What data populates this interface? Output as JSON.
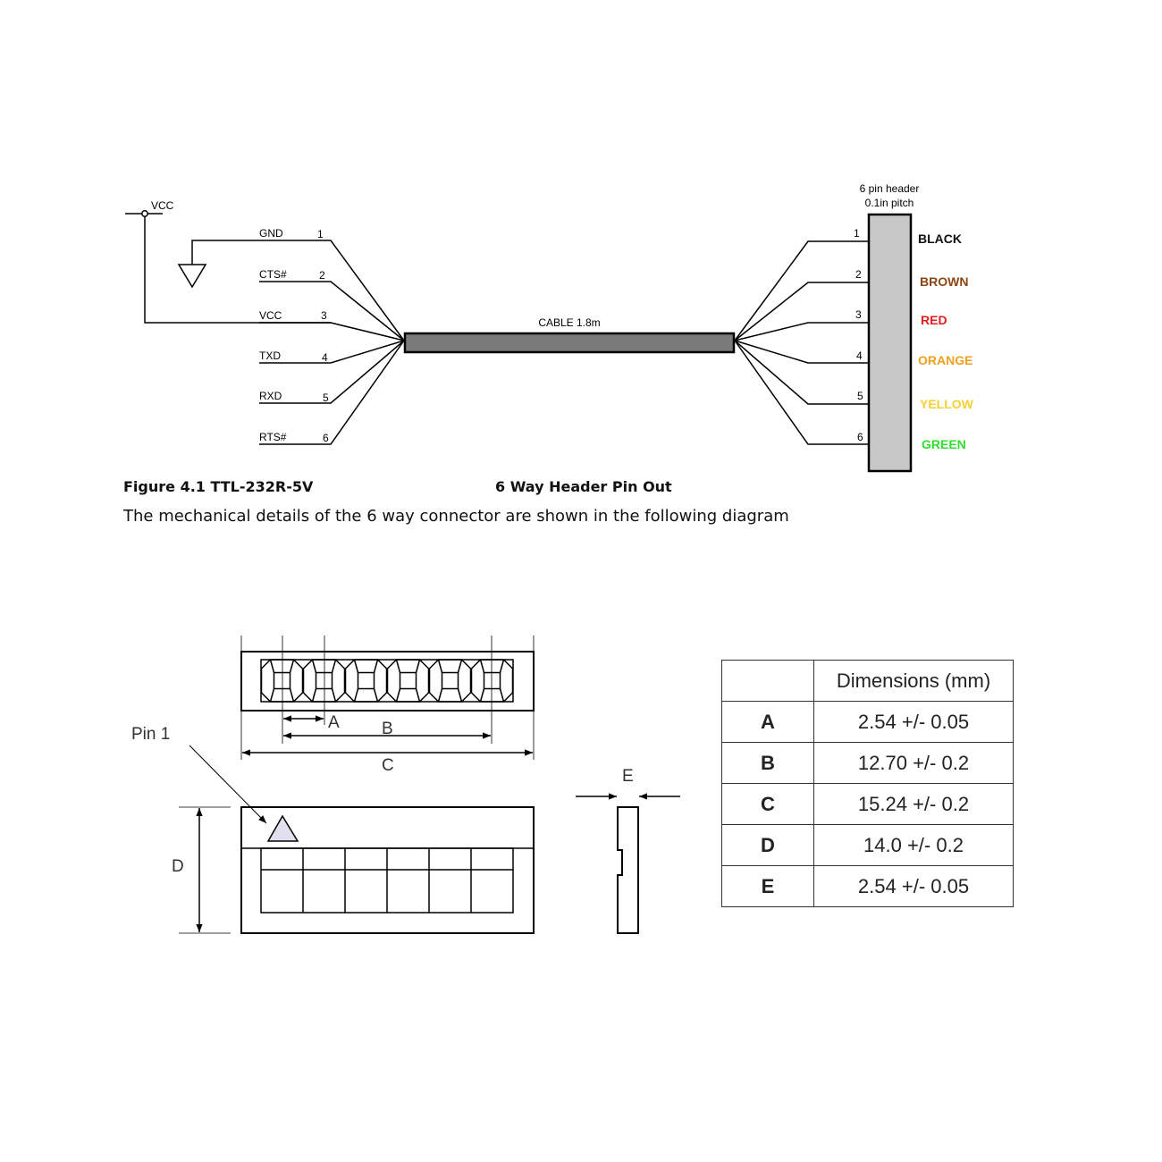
{
  "schematic": {
    "vcc_label": "VCC",
    "left_pins": [
      {
        "name": "GND",
        "num": "1"
      },
      {
        "name": "CTS#",
        "num": "2"
      },
      {
        "name": "VCC",
        "num": "3"
      },
      {
        "name": "TXD",
        "num": "4"
      },
      {
        "name": "RXD",
        "num": "5"
      },
      {
        "name": "RTS#",
        "num": "6"
      }
    ],
    "cable_label": "CABLE 1.8m",
    "header_title_line1": "6 pin header",
    "header_title_line2": "0.1in pitch",
    "right_pins": [
      {
        "num": "1",
        "color_name": "BLACK",
        "color": "#111111"
      },
      {
        "num": "2",
        "color_name": "BROWN",
        "color": "#8B4513"
      },
      {
        "num": "3",
        "color_name": "RED",
        "color": "#E0201E"
      },
      {
        "num": "4",
        "color_name": "ORANGE",
        "color": "#F0A020"
      },
      {
        "num": "5",
        "color_name": "YELLOW",
        "color": "#F5D030"
      },
      {
        "num": "6",
        "color_name": "GREEN",
        "color": "#30E030"
      }
    ]
  },
  "captions": {
    "figure_left": "Figure 4.1 TTL-232R-5V",
    "figure_right": "6 Way Header Pin Out",
    "body": "The mechanical details of the 6 way connector are shown in the following diagram"
  },
  "mechanical": {
    "pin1_label": "Pin 1",
    "labels": {
      "A": "A",
      "B": "B",
      "C": "C",
      "D": "D",
      "E": "E"
    }
  },
  "dimensions_table": {
    "header": "Dimensions (mm)",
    "rows": [
      {
        "key": "A",
        "value": "2.54 +/- 0.05"
      },
      {
        "key": "B",
        "value": "12.70 +/- 0.2"
      },
      {
        "key": "C",
        "value": "15.24 +/- 0.2"
      },
      {
        "key": "D",
        "value": "14.0 +/- 0.2"
      },
      {
        "key": "E",
        "value": "2.54 +/- 0.05"
      }
    ]
  }
}
